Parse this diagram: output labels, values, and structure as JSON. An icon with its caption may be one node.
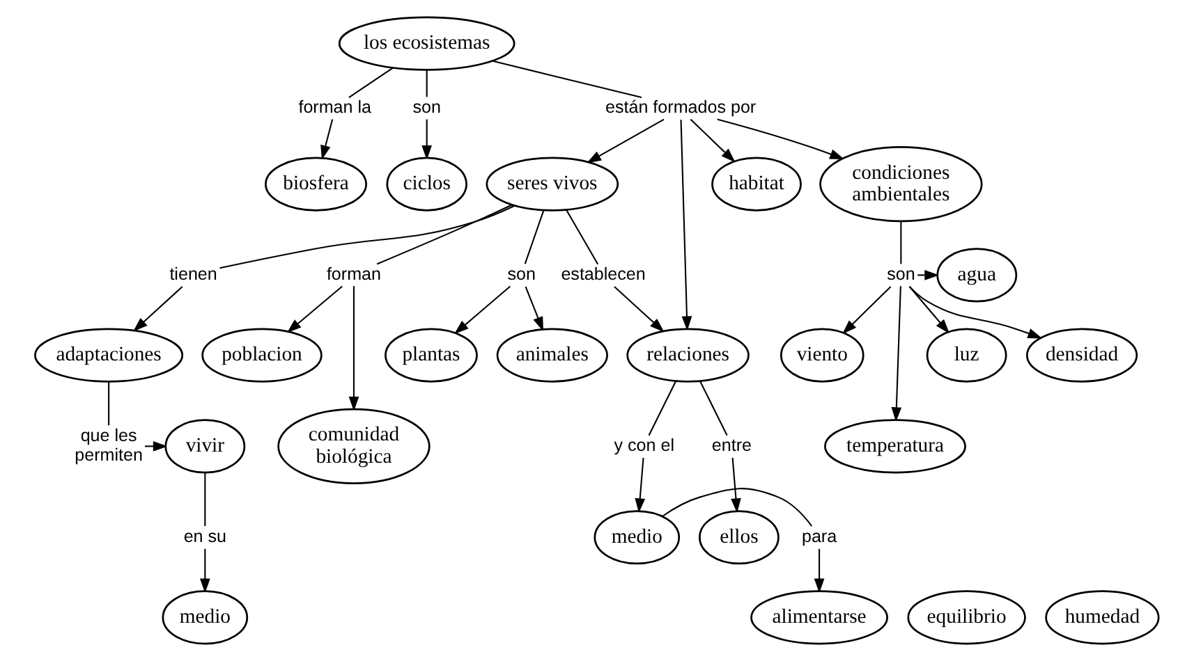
{
  "diagram": {
    "nodes": [
      {
        "text": [
          "biosfera"
        ]
      },
      {
        "text": [
          "forman la"
        ]
      },
      {
        "text": [
          "los ecosistemas"
        ]
      },
      {
        "text": [
          "son"
        ]
      },
      {
        "text": [
          "ciclos"
        ]
      },
      {
        "text": [
          "que les permiten"
        ]
      },
      {
        "text": [
          "adaptaciones"
        ]
      },
      {
        "text": [
          "tienen"
        ]
      },
      {
        "text": [
          "vivir"
        ]
      },
      {
        "text": [
          "seres vivos"
        ]
      },
      {
        "text": [
          "están formados por"
        ]
      },
      {
        "text": [
          "habitat"
        ]
      },
      {
        "text": [
          "son"
        ]
      },
      {
        "text": [
          "en su"
        ]
      },
      {
        "text": [
          "animales"
        ]
      },
      {
        "text": [
          "establecen"
        ]
      },
      {
        "text": [
          "relaciones"
        ]
      },
      {
        "text": [
          "plantas"
        ]
      },
      {
        "text": [
          "forman"
        ]
      },
      {
        "text": [
          "medio"
        ]
      },
      {
        "text": [
          "entre"
        ]
      },
      {
        "text": [
          "y con el"
        ]
      },
      {
        "text": [
          "medio"
        ]
      },
      {
        "text": [
          "condiciones ambientales"
        ]
      },
      {
        "text": [
          "luz"
        ]
      },
      {
        "text": [
          "poblacion"
        ]
      },
      {
        "text": [
          "para"
        ]
      },
      {
        "text": [
          "son"
        ]
      },
      {
        "text": [
          "agua"
        ]
      },
      {
        "text": [
          "ellos"
        ]
      },
      {
        "text": [
          "comunidad biológica"
        ]
      },
      {
        "text": [
          "alimentarse"
        ]
      },
      {
        "text": [
          "densidad"
        ]
      },
      {
        "text": [
          "viento"
        ]
      },
      {
        "text": [
          "temperatura"
        ]
      },
      {
        "text": [
          "equilibrio"
        ]
      },
      {
        "text": [
          "humedad"
        ]
      }
    ],
    "edges": [
      {
        "from": 2,
        "to": 1,
        "arrow": "none"
      },
      {
        "from": 1,
        "to": 0,
        "arrow": "to"
      },
      {
        "from": 2,
        "to": 3,
        "arrow": "none"
      },
      {
        "from": 3,
        "to": 4,
        "arrow": "to"
      },
      {
        "from": 2,
        "to": 10,
        "arrow": "none"
      },
      {
        "from": 10,
        "to": 9,
        "arrow": "to"
      },
      {
        "from": 10,
        "to": 16,
        "arrow": "to"
      },
      {
        "from": 10,
        "to": 23,
        "arrow": "to"
      },
      {
        "from": 10,
        "to": 11,
        "arrow": "to"
      },
      {
        "from": 9,
        "to": 7,
        "arrow": "none"
      },
      {
        "from": 7,
        "to": 6,
        "arrow": "to"
      },
      {
        "from": 6,
        "to": 5,
        "arrow": "none"
      },
      {
        "from": 5,
        "to": 8,
        "arrow": "to"
      },
      {
        "from": 8,
        "to": 13,
        "arrow": "none"
      },
      {
        "from": 13,
        "to": 19,
        "arrow": "to"
      },
      {
        "from": 9,
        "to": 12,
        "arrow": "none"
      },
      {
        "from": 12,
        "to": 14,
        "arrow": "to"
      },
      {
        "from": 12,
        "to": 17,
        "arrow": "to"
      },
      {
        "from": 9,
        "to": 15,
        "arrow": "none"
      },
      {
        "from": 15,
        "to": 16,
        "arrow": "to"
      },
      {
        "from": 9,
        "to": 18,
        "arrow": "none"
      },
      {
        "from": 18,
        "to": 25,
        "arrow": "to"
      },
      {
        "from": 18,
        "to": 30,
        "arrow": "to"
      },
      {
        "from": 16,
        "to": 20,
        "arrow": "none"
      },
      {
        "from": 20,
        "to": 29,
        "arrow": "to"
      },
      {
        "from": 16,
        "to": 21,
        "arrow": "none"
      },
      {
        "from": 21,
        "to": 22,
        "arrow": "to"
      },
      {
        "from": 22,
        "to": 26,
        "arrow": "none"
      },
      {
        "from": 26,
        "to": 31,
        "arrow": "to"
      },
      {
        "from": 23,
        "to": 27,
        "arrow": "none"
      },
      {
        "from": 27,
        "to": 24,
        "arrow": "to"
      },
      {
        "from": 27,
        "to": 28,
        "arrow": "to"
      },
      {
        "from": 27,
        "to": 33,
        "arrow": "to"
      },
      {
        "from": 27,
        "to": 34,
        "arrow": "to"
      },
      {
        "from": 27,
        "to": 32,
        "arrow": "to"
      }
    ]
  }
}
